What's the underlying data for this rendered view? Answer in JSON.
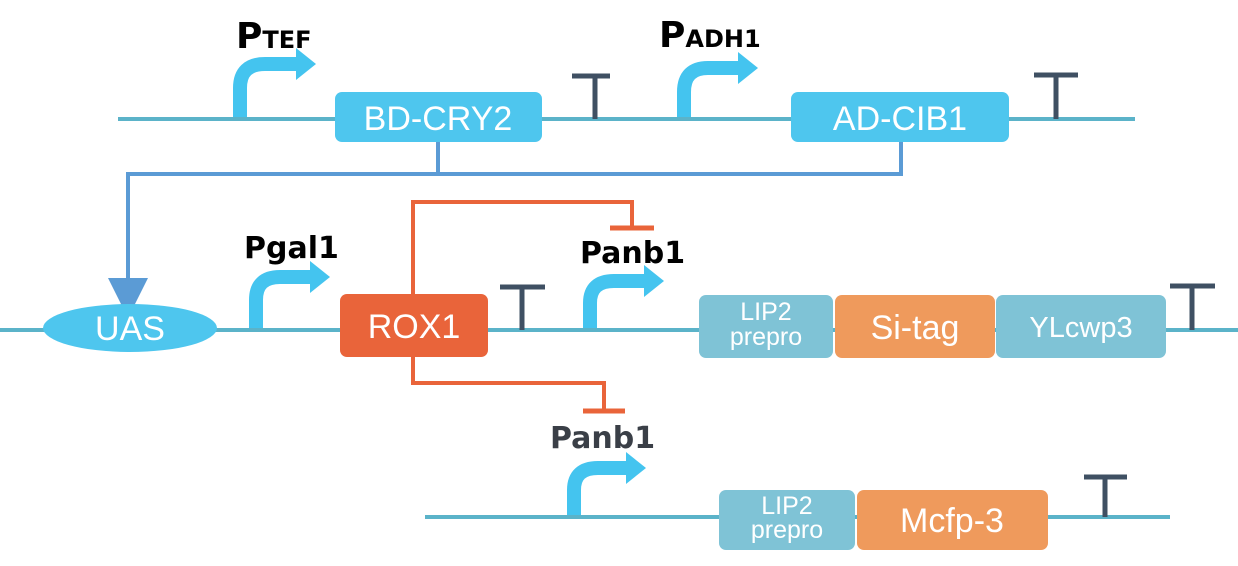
{
  "colors": {
    "dna_line": "#5bb3c9",
    "cyan_box": "#4ec6ee",
    "promoter_arrow": "#44c4ef",
    "terminator": "#3f5063",
    "connector_blue": "#5b9bd5",
    "repressor": "#e9643a",
    "lip2_box": "#7fc3d6",
    "orange_box": "#ef9a5c",
    "text_black": "#000000",
    "text_dark": "#3a3f47",
    "box_text": "#ffffff"
  },
  "promoters": {
    "ptef": {
      "main": "P",
      "sub": "TEF"
    },
    "padh1": {
      "main": "P",
      "sub": "ADH1"
    },
    "pgal1": "Pgal1",
    "panb1_a": "Panb1",
    "panb1_b": "Panb1"
  },
  "boxes": {
    "bd_cry2": "BD-CRY2",
    "ad_cib1": "AD-CIB1",
    "uas": "UAS",
    "rox1": "ROX1",
    "lip2_line1": "LIP2",
    "lip2_line2": "prepro",
    "si_tag": "Si-tag",
    "ylcwp3": "YLcwp3",
    "lip2b_line1": "LIP2",
    "lip2b_line2": "prepro",
    "mcfp3": "Mcfp-3"
  }
}
